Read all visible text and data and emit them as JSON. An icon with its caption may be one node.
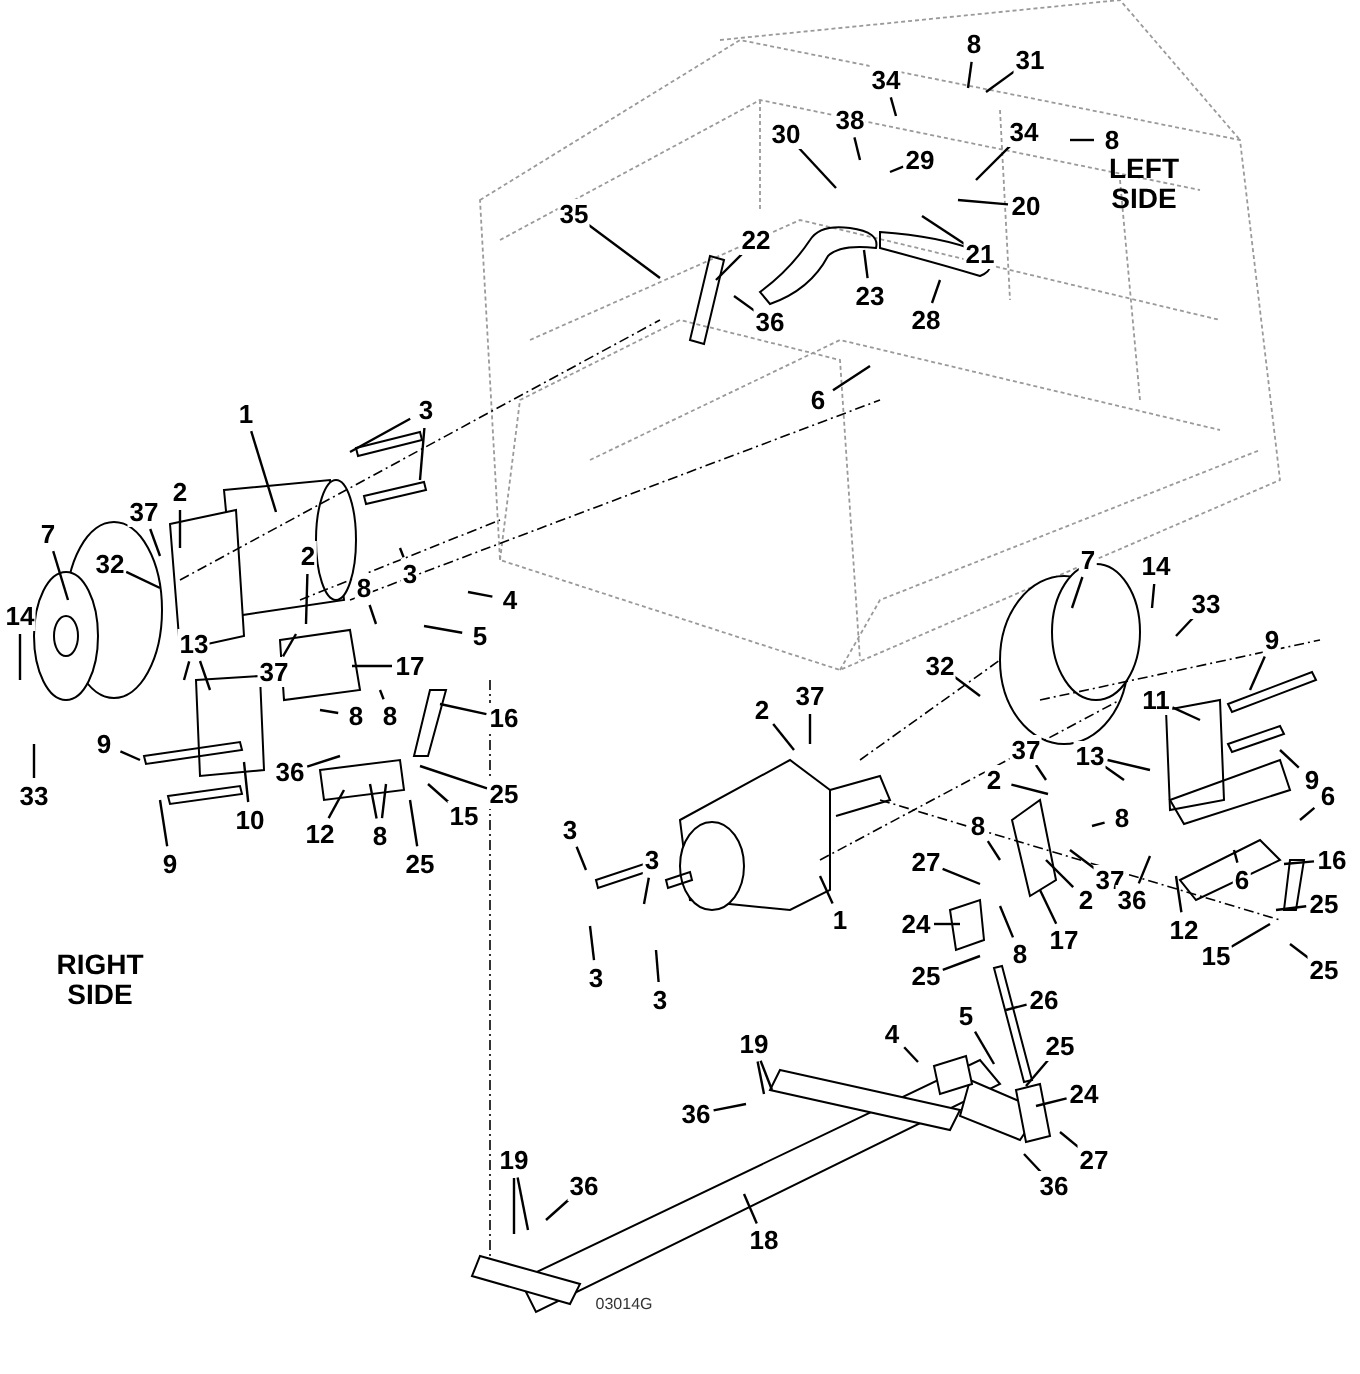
{
  "diagram": {
    "nodes": [
      {
        "text": [
          "34"
        ]
      },
      {
        "text": [
          "8"
        ]
      },
      {
        "text": [
          "31"
        ]
      },
      {
        "text": [
          "38"
        ]
      },
      {
        "text": [
          "30"
        ]
      },
      {
        "text": [
          "29"
        ]
      },
      {
        "text": [
          "34"
        ]
      },
      {
        "text": [
          "8"
        ]
      },
      {
        "text": [
          "20"
        ]
      },
      {
        "text": [
          "21"
        ]
      },
      {
        "text": [
          "35"
        ]
      },
      {
        "text": [
          "22"
        ]
      },
      {
        "text": [
          "23"
        ]
      },
      {
        "text": [
          "36"
        ]
      },
      {
        "text": [
          "28"
        ]
      },
      {
        "text": [
          "6"
        ]
      },
      {
        "text": [
          "3"
        ]
      },
      {
        "text": [
          "1"
        ]
      },
      {
        "text": [
          "37"
        ]
      },
      {
        "text": [
          "2"
        ]
      },
      {
        "text": [
          "7"
        ]
      },
      {
        "text": [
          "32"
        ]
      },
      {
        "text": [
          "3"
        ]
      },
      {
        "text": [
          "2"
        ]
      },
      {
        "text": [
          "8"
        ]
      },
      {
        "text": [
          "4"
        ]
      },
      {
        "text": [
          "5"
        ]
      },
      {
        "text": [
          "14"
        ]
      },
      {
        "text": [
          "13"
        ]
      },
      {
        "text": [
          "37"
        ]
      },
      {
        "text": [
          "17"
        ]
      },
      {
        "text": [
          "8"
        ]
      },
      {
        "text": [
          "8"
        ]
      },
      {
        "text": [
          "16"
        ]
      },
      {
        "text": [
          "33"
        ]
      },
      {
        "text": [
          "9"
        ]
      },
      {
        "text": [
          "10"
        ]
      },
      {
        "text": [
          "36"
        ]
      },
      {
        "text": [
          "12"
        ]
      },
      {
        "text": [
          "8"
        ]
      },
      {
        "text": [
          "25"
        ]
      },
      {
        "text": [
          "15"
        ]
      },
      {
        "text": [
          "25"
        ]
      },
      {
        "text": [
          "9"
        ]
      },
      {
        "text": [
          "7"
        ]
      },
      {
        "text": [
          "14"
        ]
      },
      {
        "text": [
          "33"
        ]
      },
      {
        "text": [
          "32"
        ]
      },
      {
        "text": [
          "9"
        ]
      },
      {
        "text": [
          "2"
        ]
      },
      {
        "text": [
          "37"
        ]
      },
      {
        "text": [
          "11"
        ]
      },
      {
        "text": [
          "37"
        ]
      },
      {
        "text": [
          "13"
        ]
      },
      {
        "text": [
          "2"
        ]
      },
      {
        "text": [
          "9"
        ]
      },
      {
        "text": [
          "8"
        ]
      },
      {
        "text": [
          "6"
        ]
      },
      {
        "text": [
          "8"
        ]
      },
      {
        "text": [
          "6"
        ]
      },
      {
        "text": [
          "37"
        ]
      },
      {
        "text": [
          "36"
        ]
      },
      {
        "text": [
          "2"
        ]
      },
      {
        "text": [
          "16"
        ]
      },
      {
        "text": [
          "27"
        ]
      },
      {
        "text": [
          "1"
        ]
      },
      {
        "text": [
          "17"
        ]
      },
      {
        "text": [
          "3"
        ]
      },
      {
        "text": [
          "3"
        ]
      },
      {
        "text": [
          "24"
        ]
      },
      {
        "text": [
          "8"
        ]
      },
      {
        "text": [
          "12"
        ]
      },
      {
        "text": [
          "25"
        ]
      },
      {
        "text": [
          "15"
        ]
      },
      {
        "text": [
          "25"
        ]
      },
      {
        "text": [
          "3"
        ]
      },
      {
        "text": [
          "3"
        ]
      },
      {
        "text": [
          "25"
        ]
      },
      {
        "text": [
          "26"
        ]
      },
      {
        "text": [
          "19"
        ]
      },
      {
        "text": [
          "5"
        ]
      },
      {
        "text": [
          "4"
        ]
      },
      {
        "text": [
          "25"
        ]
      },
      {
        "text": [
          "24"
        ]
      },
      {
        "text": [
          "36"
        ]
      },
      {
        "text": [
          "27"
        ]
      },
      {
        "text": [
          "36"
        ]
      },
      {
        "text": [
          "19"
        ]
      },
      {
        "text": [
          "36"
        ]
      },
      {
        "text": [
          "18"
        ]
      }
    ],
    "edges": [
      {
        "from": 0,
        "to": null,
        "arrow": "none"
      },
      {
        "from": 1,
        "to": null,
        "arrow": "none"
      },
      {
        "from": 2,
        "to": null,
        "arrow": "none"
      },
      {
        "from": 3,
        "to": null,
        "arrow": "none"
      },
      {
        "from": 4,
        "to": null,
        "arrow": "none"
      },
      {
        "from": 5,
        "to": null,
        "arrow": "none"
      },
      {
        "from": 6,
        "to": null,
        "arrow": "none"
      },
      {
        "from": 7,
        "to": null,
        "arrow": "none"
      },
      {
        "from": 8,
        "to": null,
        "arrow": "none"
      },
      {
        "from": 9,
        "to": null,
        "arrow": "none"
      },
      {
        "from": 10,
        "to": null,
        "arrow": "none"
      },
      {
        "from": 11,
        "to": null,
        "arrow": "none"
      },
      {
        "from": 12,
        "to": null,
        "arrow": "none"
      },
      {
        "from": 13,
        "to": null,
        "arrow": "none"
      },
      {
        "from": 14,
        "to": null,
        "arrow": "none"
      },
      {
        "from": 15,
        "to": null,
        "arrow": "none"
      },
      {
        "from": 16,
        "to": null,
        "arrow": "none"
      },
      {
        "from": 16,
        "to": null,
        "arrow": "none"
      },
      {
        "from": 17,
        "to": null,
        "arrow": "none"
      },
      {
        "from": 18,
        "to": null,
        "arrow": "none"
      },
      {
        "from": 19,
        "to": null,
        "arrow": "none"
      },
      {
        "from": 20,
        "to": null,
        "arrow": "none"
      },
      {
        "from": 21,
        "to": null,
        "arrow": "none"
      },
      {
        "from": 22,
        "to": null,
        "arrow": "none"
      },
      {
        "from": 23,
        "to": null,
        "arrow": "none"
      },
      {
        "from": 24,
        "to": null,
        "arrow": "none"
      },
      {
        "from": 25,
        "to": null,
        "arrow": "none"
      },
      {
        "from": 26,
        "to": null,
        "arrow": "none"
      },
      {
        "from": 27,
        "to": null,
        "arrow": "none"
      },
      {
        "from": 28,
        "to": null,
        "arrow": "none"
      },
      {
        "from": 28,
        "to": null,
        "arrow": "none"
      },
      {
        "from": 29,
        "to": null,
        "arrow": "none"
      },
      {
        "from": 30,
        "to": null,
        "arrow": "none"
      },
      {
        "from": 31,
        "to": null,
        "arrow": "none"
      },
      {
        "from": 32,
        "to": null,
        "arrow": "none"
      },
      {
        "from": 33,
        "to": null,
        "arrow": "none"
      },
      {
        "from": 34,
        "to": null,
        "arrow": "none"
      },
      {
        "from": 35,
        "to": null,
        "arrow": "none"
      },
      {
        "from": 36,
        "to": null,
        "arrow": "none"
      },
      {
        "from": 37,
        "to": null,
        "arrow": "none"
      },
      {
        "from": 38,
        "to": null,
        "arrow": "none"
      },
      {
        "from": 39,
        "to": null,
        "arrow": "none"
      },
      {
        "from": 39,
        "to": null,
        "arrow": "none"
      },
      {
        "from": 40,
        "to": null,
        "arrow": "none"
      },
      {
        "from": 41,
        "to": null,
        "arrow": "none"
      },
      {
        "from": 42,
        "to": null,
        "arrow": "none"
      },
      {
        "from": 43,
        "to": null,
        "arrow": "none"
      },
      {
        "from": 44,
        "to": null,
        "arrow": "none"
      },
      {
        "from": 45,
        "to": null,
        "arrow": "none"
      },
      {
        "from": 46,
        "to": null,
        "arrow": "none"
      },
      {
        "from": 47,
        "to": null,
        "arrow": "none"
      },
      {
        "from": 48,
        "to": null,
        "arrow": "none"
      },
      {
        "from": 49,
        "to": null,
        "arrow": "none"
      },
      {
        "from": 50,
        "to": null,
        "arrow": "none"
      },
      {
        "from": 51,
        "to": null,
        "arrow": "none"
      },
      {
        "from": 52,
        "to": null,
        "arrow": "none"
      },
      {
        "from": 53,
        "to": null,
        "arrow": "none"
      },
      {
        "from": 53,
        "to": null,
        "arrow": "none"
      },
      {
        "from": 54,
        "to": null,
        "arrow": "none"
      },
      {
        "from": 55,
        "to": null,
        "arrow": "none"
      },
      {
        "from": 56,
        "to": null,
        "arrow": "none"
      },
      {
        "from": 57,
        "to": null,
        "arrow": "none"
      },
      {
        "from": 58,
        "to": null,
        "arrow": "none"
      },
      {
        "from": 59,
        "to": null,
        "arrow": "none"
      },
      {
        "from": 60,
        "to": null,
        "arrow": "none"
      },
      {
        "from": 61,
        "to": null,
        "arrow": "none"
      },
      {
        "from": 62,
        "to": null,
        "arrow": "none"
      },
      {
        "from": 63,
        "to": null,
        "arrow": "none"
      },
      {
        "from": 64,
        "to": null,
        "arrow": "none"
      },
      {
        "from": 65,
        "to": null,
        "arrow": "none"
      },
      {
        "from": 66,
        "to": null,
        "arrow": "none"
      },
      {
        "from": 67,
        "to": null,
        "arrow": "none"
      },
      {
        "from": 68,
        "to": null,
        "arrow": "none"
      },
      {
        "from": 69,
        "to": null,
        "arrow": "none"
      },
      {
        "from": 70,
        "to": null,
        "arrow": "none"
      },
      {
        "from": 71,
        "to": null,
        "arrow": "none"
      },
      {
        "from": 72,
        "to": null,
        "arrow": "none"
      },
      {
        "from": 73,
        "to": null,
        "arrow": "none"
      },
      {
        "from": 74,
        "to": null,
        "arrow": "none"
      },
      {
        "from": 75,
        "to": null,
        "arrow": "none"
      },
      {
        "from": 76,
        "to": null,
        "arrow": "none"
      },
      {
        "from": 77,
        "to": null,
        "arrow": "none"
      },
      {
        "from": 78,
        "to": null,
        "arrow": "none"
      },
      {
        "from": 79,
        "to": null,
        "arrow": "none"
      },
      {
        "from": 79,
        "to": null,
        "arrow": "none"
      },
      {
        "from": 80,
        "to": null,
        "arrow": "none"
      },
      {
        "from": 81,
        "to": null,
        "arrow": "none"
      },
      {
        "from": 82,
        "to": null,
        "arrow": "none"
      },
      {
        "from": 83,
        "to": null,
        "arrow": "none"
      },
      {
        "from": 84,
        "to": null,
        "arrow": "none"
      },
      {
        "from": 85,
        "to": null,
        "arrow": "none"
      },
      {
        "from": 86,
        "to": null,
        "arrow": "none"
      },
      {
        "from": 87,
        "to": null,
        "arrow": "none"
      },
      {
        "from": 87,
        "to": null,
        "arrow": "none"
      },
      {
        "from": 88,
        "to": null,
        "arrow": "none"
      },
      {
        "from": 89,
        "to": null,
        "arrow": "none"
      }
    ],
    "labels": [
      "LEFT SIDE",
      "RIGHT SIDE",
      "03014G"
    ]
  }
}
